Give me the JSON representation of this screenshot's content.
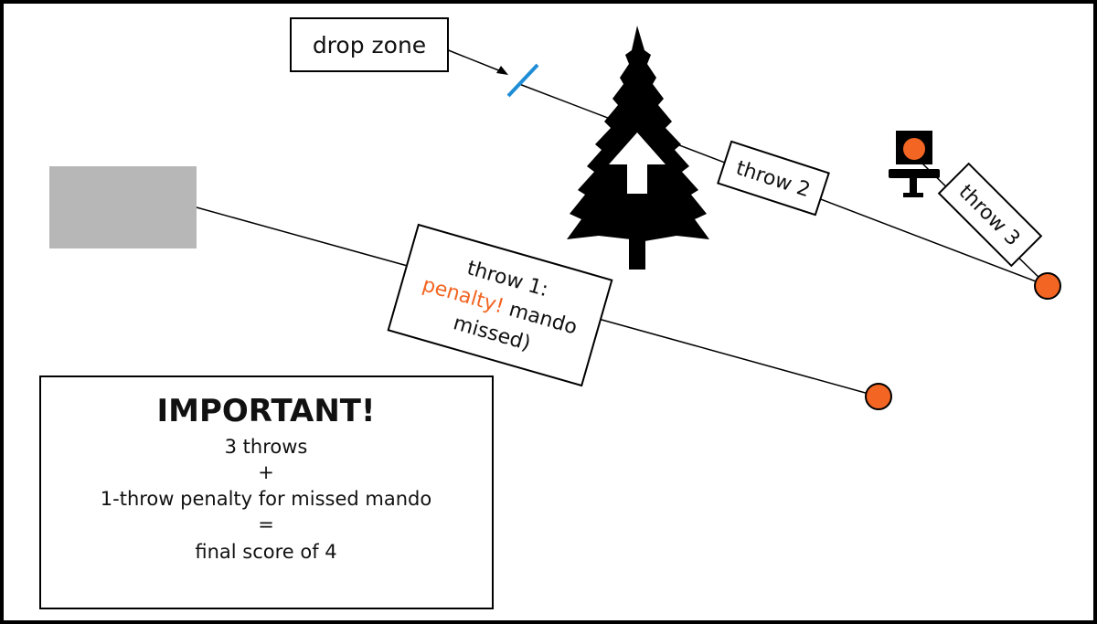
{
  "labels": {
    "drop_zone": "drop zone",
    "throw_1_line1": "throw 1:",
    "throw_1_penalty": "penalty!",
    "throw_1_mando": " mando",
    "throw_1_line3": "missed)",
    "throw_2": "throw 2",
    "throw_3": "throw 3"
  },
  "important": {
    "title": "IMPORTANT!",
    "lines": [
      "3 throws",
      "+",
      "1-throw penalty for missed mando",
      "=",
      "final score of 4"
    ]
  },
  "colors": {
    "disc_orange": "#f26522",
    "drop_line_blue": "#1f8dd6",
    "tee_gray": "#b7b7b7",
    "ink": "#111111"
  },
  "icons": {
    "tree": "pine-tree-icon",
    "arrow": "mando-arrow-icon",
    "basket": "disc-golf-basket-icon"
  }
}
